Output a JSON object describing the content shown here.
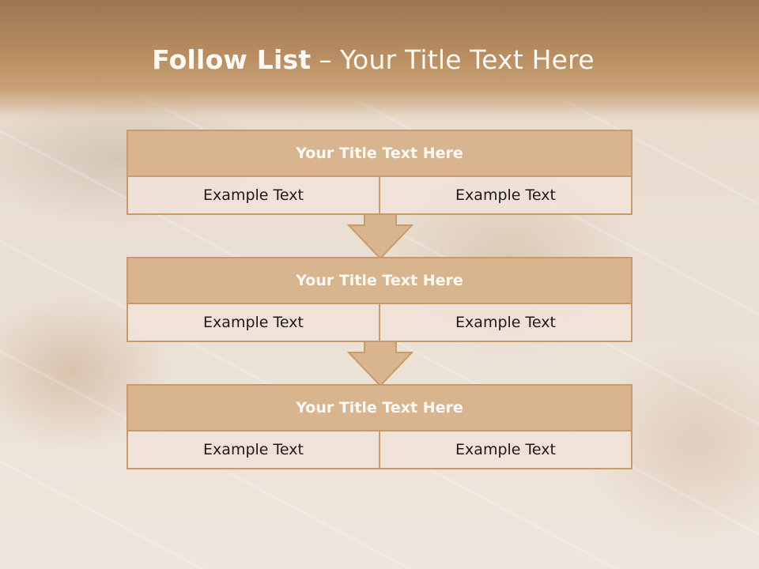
{
  "slide": {
    "title_bold": "Follow List",
    "title_sep": "–",
    "title_rest": "Your Title Text Here"
  },
  "blocks": [
    {
      "title": "Your Title Text Here",
      "left": "Example Text",
      "right": "Example Text"
    },
    {
      "title": "Your Title Text Here",
      "left": "Example Text",
      "right": "Example Text"
    },
    {
      "title": "Your Title Text Here",
      "left": "Example Text",
      "right": "Example Text"
    }
  ],
  "colors": {
    "header_band": "#b78c60",
    "block_header": "#d8b58f",
    "block_border": "#c99b68",
    "block_body": "#f0e2d8",
    "arrow_fill": "#d8b58f"
  }
}
